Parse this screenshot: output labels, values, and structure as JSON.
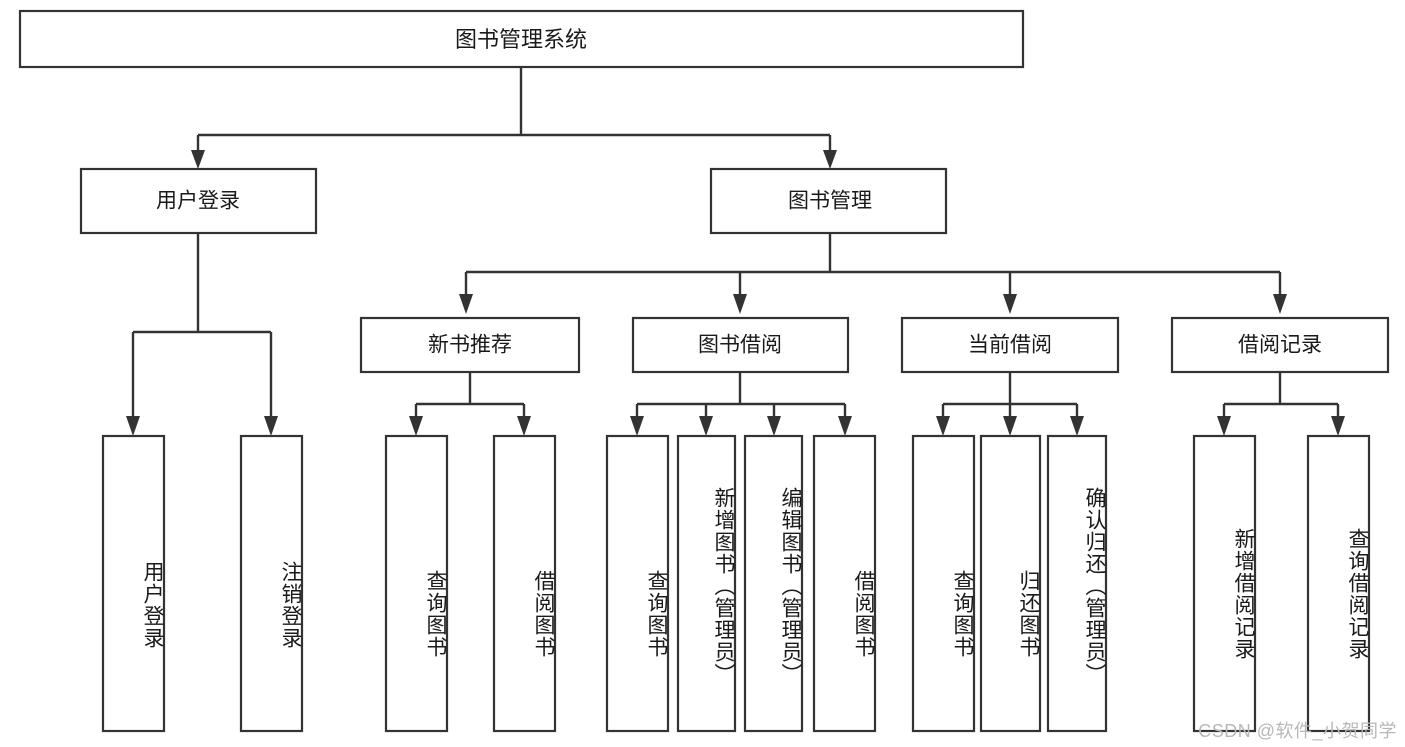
{
  "diagram": {
    "type": "tree-hierarchy",
    "title": "图书管理系统",
    "root": {
      "label": "图书管理系统"
    },
    "level1": [
      {
        "id": "user-login",
        "label": "用户登录"
      },
      {
        "id": "book-manage",
        "label": "图书管理"
      }
    ],
    "level2": [
      {
        "id": "new-book-recommend",
        "label": "新书推荐",
        "parent": "book-manage"
      },
      {
        "id": "book-borrow",
        "label": "图书借阅",
        "parent": "book-manage"
      },
      {
        "id": "current-borrow",
        "label": "当前借阅",
        "parent": "book-manage"
      },
      {
        "id": "borrow-record",
        "label": "借阅记录",
        "parent": "book-manage"
      }
    ],
    "leaves": [
      {
        "id": "leaf-user-login",
        "label": "用户登录",
        "parent": "user-login"
      },
      {
        "id": "leaf-user-logout",
        "label": "注销登录",
        "parent": "user-login"
      },
      {
        "id": "leaf-query-book-1",
        "label": "查询图书",
        "parent": "new-book-recommend"
      },
      {
        "id": "leaf-borrow-book-1",
        "label": "借阅图书",
        "parent": "new-book-recommend"
      },
      {
        "id": "leaf-query-book-2",
        "label": "查询图书",
        "parent": "book-borrow"
      },
      {
        "id": "leaf-add-book",
        "label": "新增图书（管理员）",
        "parent": "book-borrow"
      },
      {
        "id": "leaf-edit-book",
        "label": "编辑图书（管理员）",
        "parent": "book-borrow"
      },
      {
        "id": "leaf-borrow-book-2",
        "label": "借阅图书",
        "parent": "book-borrow"
      },
      {
        "id": "leaf-query-book-3",
        "label": "查询图书",
        "parent": "current-borrow"
      },
      {
        "id": "leaf-return-book",
        "label": "归还图书",
        "parent": "current-borrow"
      },
      {
        "id": "leaf-confirm-return",
        "label": "确认归还（管理员）",
        "parent": "current-borrow"
      },
      {
        "id": "leaf-add-record",
        "label": "新增借阅记录",
        "parent": "borrow-record"
      },
      {
        "id": "leaf-query-record",
        "label": "查询借阅记录",
        "parent": "borrow-record"
      }
    ],
    "colors": {
      "stroke": "#333333",
      "box_fill": "#ffffff",
      "text": "#1a1a1a",
      "watermark": "#b8b8b8",
      "background": "#ffffff"
    }
  },
  "watermark": {
    "text": "CSDN @软件_小贺同学"
  }
}
